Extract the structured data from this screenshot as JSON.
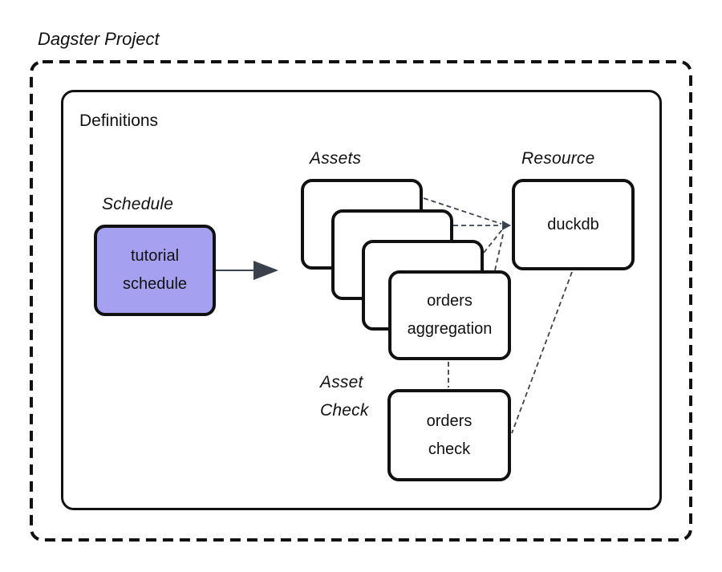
{
  "page": {
    "title": "Dagster Project"
  },
  "definitions": {
    "label": "Definitions"
  },
  "labels": {
    "schedule": "Schedule",
    "assets": "Assets",
    "resource": "Resource",
    "asset_check_line1": "Asset",
    "asset_check_line2": "Check"
  },
  "nodes": {
    "tutorial_schedule": {
      "line1": "tutorial",
      "line2": "schedule"
    },
    "orders_aggregation": {
      "line1": "orders",
      "line2": "aggregation"
    },
    "duckdb": {
      "label": "duckdb"
    },
    "orders_check": {
      "line1": "orders",
      "line2": "check"
    }
  },
  "edges": [
    {
      "from": "asset-1",
      "to": "duckdb",
      "style": "dashed"
    },
    {
      "from": "asset-2",
      "to": "duckdb",
      "style": "dashed"
    },
    {
      "from": "asset-3",
      "to": "duckdb",
      "style": "dashed"
    },
    {
      "from": "orders-aggregation",
      "to": "duckdb",
      "style": "dashed"
    },
    {
      "from": "orders-aggregation",
      "to": "orders-check",
      "style": "dashed"
    },
    {
      "from": "duckdb",
      "to": "orders-check",
      "style": "dashed"
    },
    {
      "from": "tutorial-schedule",
      "to": "assets",
      "style": "solid-arrow"
    }
  ],
  "colors": {
    "schedule_fill": "#A5A0EF",
    "node_border": "#111111",
    "connector": "#3B4350",
    "arrow": "#3A414D",
    "background": "#FFFFFF"
  }
}
